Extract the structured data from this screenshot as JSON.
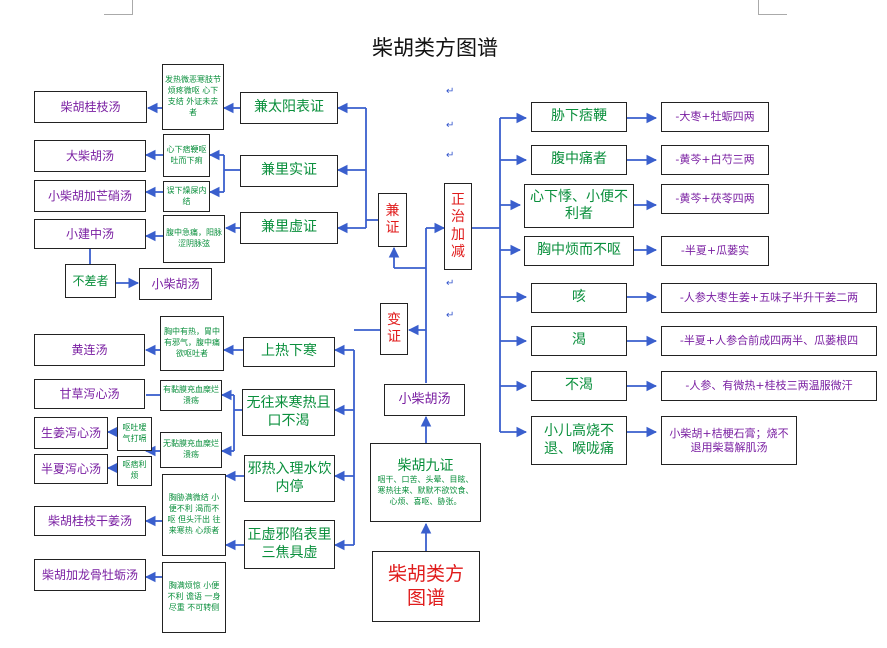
{
  "title": "柴胡类方图谱",
  "center": {
    "line1": "柴胡类方",
    "line2": "图谱"
  },
  "nine_signs": {
    "title": "柴胡九证",
    "desc": "咽干、口苦、头晕、目眩、寒热往来、默默不欲饮食、心烦、喜呕、胁张。"
  },
  "xiao_chaihu": "小柴胡汤",
  "bian_zheng": "变证",
  "jian_zheng": "兼证",
  "zheng_zhi": "正治加减",
  "jian_categories": [
    {
      "label": "兼太阳表证",
      "note": "发热微恶寒肢节烦疼微呕 心下支结 外证未去者"
    },
    {
      "label": "兼里实证",
      "notes": [
        "心下痞鞕呕吐而下痢",
        "误下燥屎内结"
      ]
    },
    {
      "label": "兼里虚证",
      "note": "腹中急痛，阳脉涩阴脉弦"
    }
  ],
  "jian_formulas": [
    "柴胡桂枝汤",
    "大柴胡汤",
    "小柴胡加芒硝汤",
    "小建中汤"
  ],
  "bu_chai": {
    "label": "不差者",
    "formula": "小柴胡汤"
  },
  "bian_categories": [
    {
      "label": "上热下寒",
      "note": "胸中有热，胃中有邪气，腹中痛欲呕吐者"
    },
    {
      "label": "无往来寒热且口不渴",
      "notes": [
        "有黏膜充血糜烂 溃疡",
        "无黏膜充血糜烂 溃疡"
      ]
    },
    {
      "label": "邪热入理水饮内停",
      "note": "胸胁满微结 小便不利 渴而不呕 但头汗出 往来寒热 心烦者"
    },
    {
      "label": "正虚邪陷表里三焦具虚",
      "note": "胸满烦惊 小便不利 谵语 一身尽重 不可转侧"
    }
  ],
  "bian_formulas": [
    "黄连汤",
    "甘草泻心汤",
    "生姜泻心汤",
    "半夏泻心汤",
    "柴胡桂枝干姜汤",
    "柴胡加龙骨牡蛎汤"
  ],
  "sub_notes": [
    "呕吐嗳气打嗝",
    "呕痞利烦"
  ],
  "symptoms": [
    {
      "label": "胁下痞鞕",
      "mod": "-大枣+牡蛎四两"
    },
    {
      "label": "腹中痛者",
      "mod": "-黄芩+白芍三两"
    },
    {
      "label": "心下悸、小便不利者",
      "mod": "-黄芩+茯苓四两"
    },
    {
      "label": "胸中烦而不呕",
      "mod": "-半夏+瓜蒌实"
    },
    {
      "label": "咳",
      "mod": "-人参大枣生姜+五味子半升干姜二两"
    },
    {
      "label": "渴",
      "mod": "-半夏+人参合前成四两半、瓜蒌根四"
    },
    {
      "label": "不渴",
      "mod": "-人参、有微热+桂枝三两温服微汗"
    },
    {
      "label": "小儿高烧不退、喉咙痛",
      "mod": "小柴胡+桔梗石膏；烧不退用柴葛解肌汤"
    }
  ],
  "colors": {
    "arrow": "#3a5fcd",
    "purple": "#7a1fa2",
    "green": "#0a8f3c",
    "red": "#e01b1b"
  }
}
